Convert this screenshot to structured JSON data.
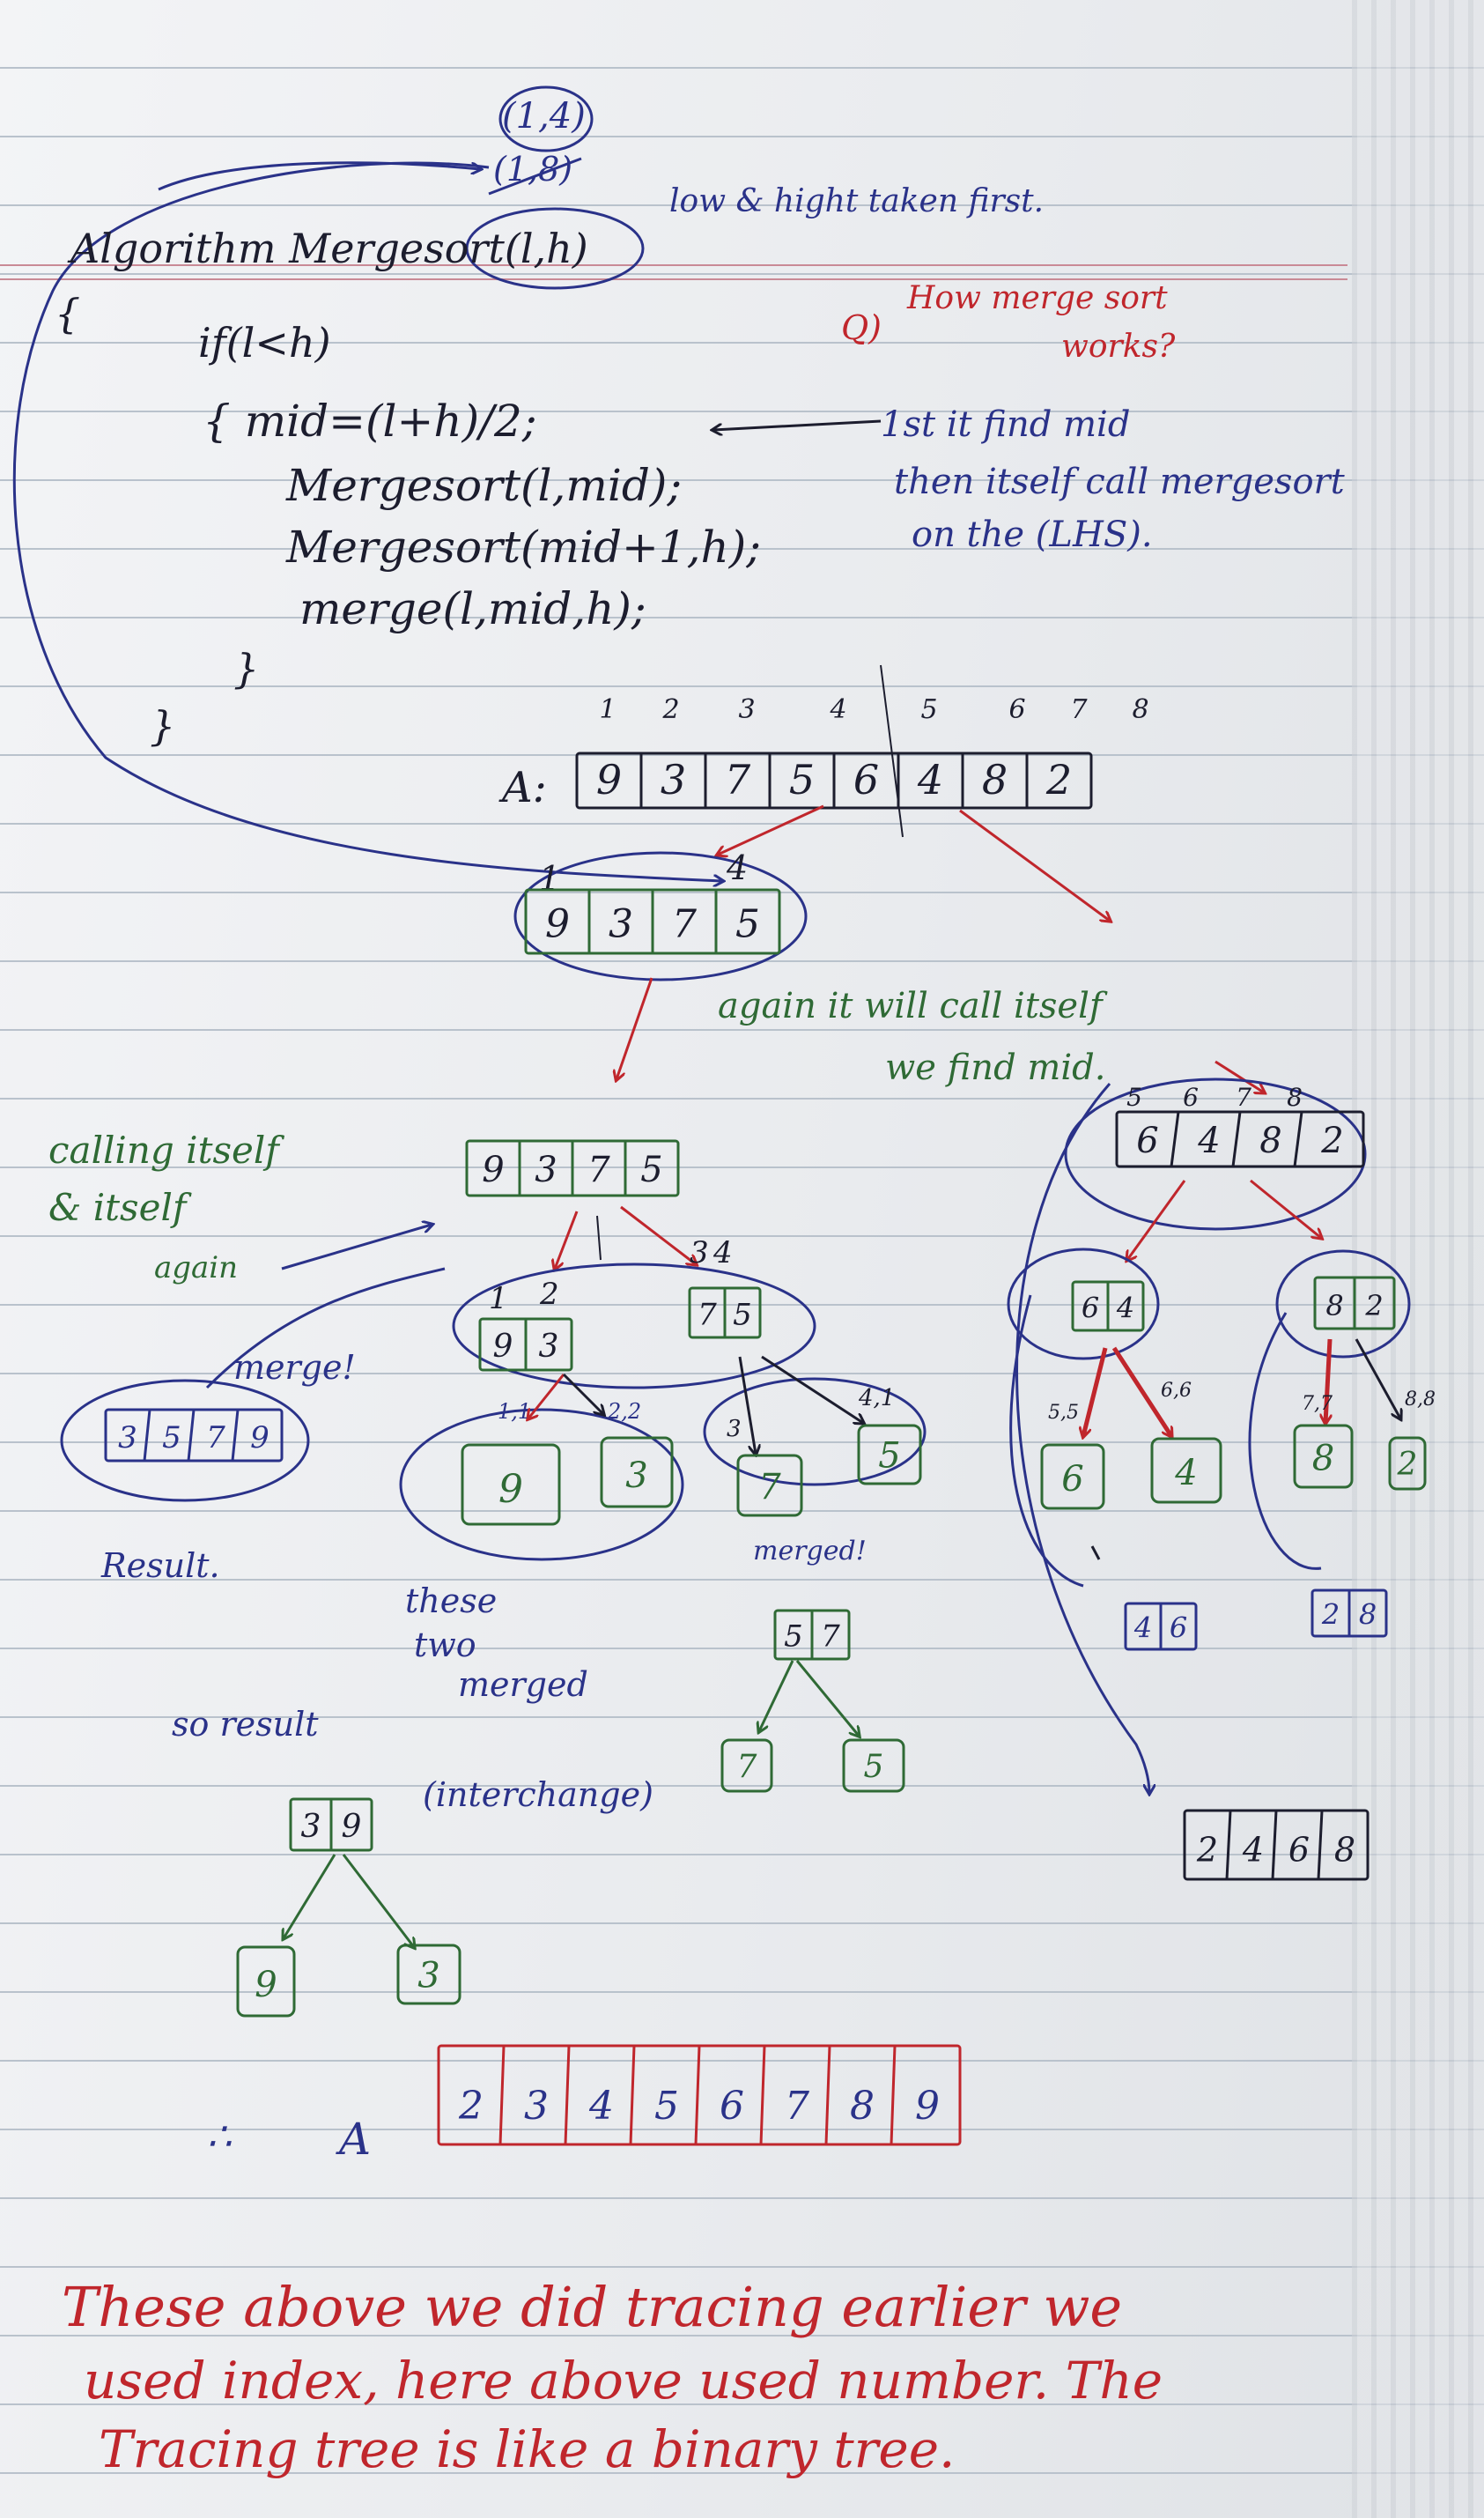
{
  "header": {
    "top_index": "(1,4)",
    "struck_index": "(1,8)",
    "note": "low & hight taken first."
  },
  "code": {
    "line1": "Algorithm Mergesort(l,h)",
    "line2": "{",
    "line3": "if(l<h)",
    "line4": "{ mid=(l+h)/2;",
    "line5": "Mergesort(l,mid);",
    "line6": "Mergesort(mid+1,h);",
    "line7": "merge(l,mid,h);",
    "line8": "}",
    "line9": "}"
  },
  "question": {
    "q": "Q)",
    "text1": "How merge sort",
    "text2": "works?"
  },
  "side_note": {
    "line1": "1st it find mid",
    "line2": "then itself call mergesort",
    "line3": "on the (LHS)."
  },
  "array_A": {
    "label": "A:",
    "indices": [
      "1",
      "2",
      "3",
      "4",
      "5",
      "6",
      "7",
      "8"
    ],
    "values": [
      "9",
      "3",
      "7",
      "5",
      "6",
      "4",
      "8",
      "2"
    ]
  },
  "left_half": {
    "idx_start": "1",
    "idx_end": "4",
    "values": [
      "9",
      "3",
      "7",
      "5"
    ]
  },
  "left_half_copy": {
    "values": [
      "9",
      "3",
      "7",
      "5"
    ]
  },
  "again_note": {
    "line1": "again it will call itself",
    "line2": "we find mid."
  },
  "calls_note": {
    "line1": "calling itself",
    "line2": "& itself",
    "line3": "again"
  },
  "right_half": {
    "indices": [
      "5",
      "6",
      "7",
      "8"
    ],
    "values": [
      "6",
      "4",
      "8",
      "2"
    ]
  },
  "pair_93": {
    "indices": [
      "1",
      "2"
    ],
    "values": [
      "9",
      "3"
    ]
  },
  "pair_75": {
    "indices": [
      "3",
      "4"
    ],
    "values": [
      "7",
      "5"
    ]
  },
  "pair_64": {
    "values": [
      "6",
      "4"
    ]
  },
  "pair_82": {
    "values": [
      "8",
      "2"
    ]
  },
  "leaves": {
    "l9": "9",
    "l3": "3",
    "l7": "7",
    "l5": "5",
    "l6": "6",
    "l4": "4",
    "l8": "8",
    "l2": "2",
    "tiny1": "1,1",
    "tiny2": "2,2",
    "tiny3": "3",
    "tiny4": "4,1",
    "tiny5": "5,5",
    "tiny6": "6,6",
    "tiny7": "7,7",
    "tiny8": "8,8"
  },
  "merged_3579": {
    "values": [
      "3",
      "5",
      "7",
      "9"
    ],
    "merge_label": "merge!",
    "result_label": "Result."
  },
  "merged_label": "merged!",
  "these_two": {
    "line1": "these",
    "line2": "two",
    "line3": "merged"
  },
  "merged_46": [
    "4",
    "6"
  ],
  "merged_28": [
    "2",
    "8"
  ],
  "merged_57": {
    "values": [
      "5",
      "7"
    ],
    "c1": "7",
    "c2": "5"
  },
  "so_result": "so result",
  "interchange": "(interchange)",
  "tree_39": {
    "values": [
      "3",
      "9"
    ],
    "c1": "9",
    "c2": "3"
  },
  "merged_2468": [
    "2",
    "4",
    "6",
    "8"
  ],
  "final_A": {
    "therefore": "∴",
    "label": "A",
    "values": [
      "2",
      "3",
      "4",
      "5",
      "6",
      "7",
      "8",
      "9"
    ]
  },
  "footer": {
    "line1": "These above we did tracing earlier we",
    "line2": "used index, here above used number. The",
    "line3": "Tracing tree is like a binary tree."
  },
  "colors": {
    "black": "#1c1d2e",
    "blue": "#2a3289",
    "green": "#2f6a35",
    "red": "#c0262c"
  }
}
